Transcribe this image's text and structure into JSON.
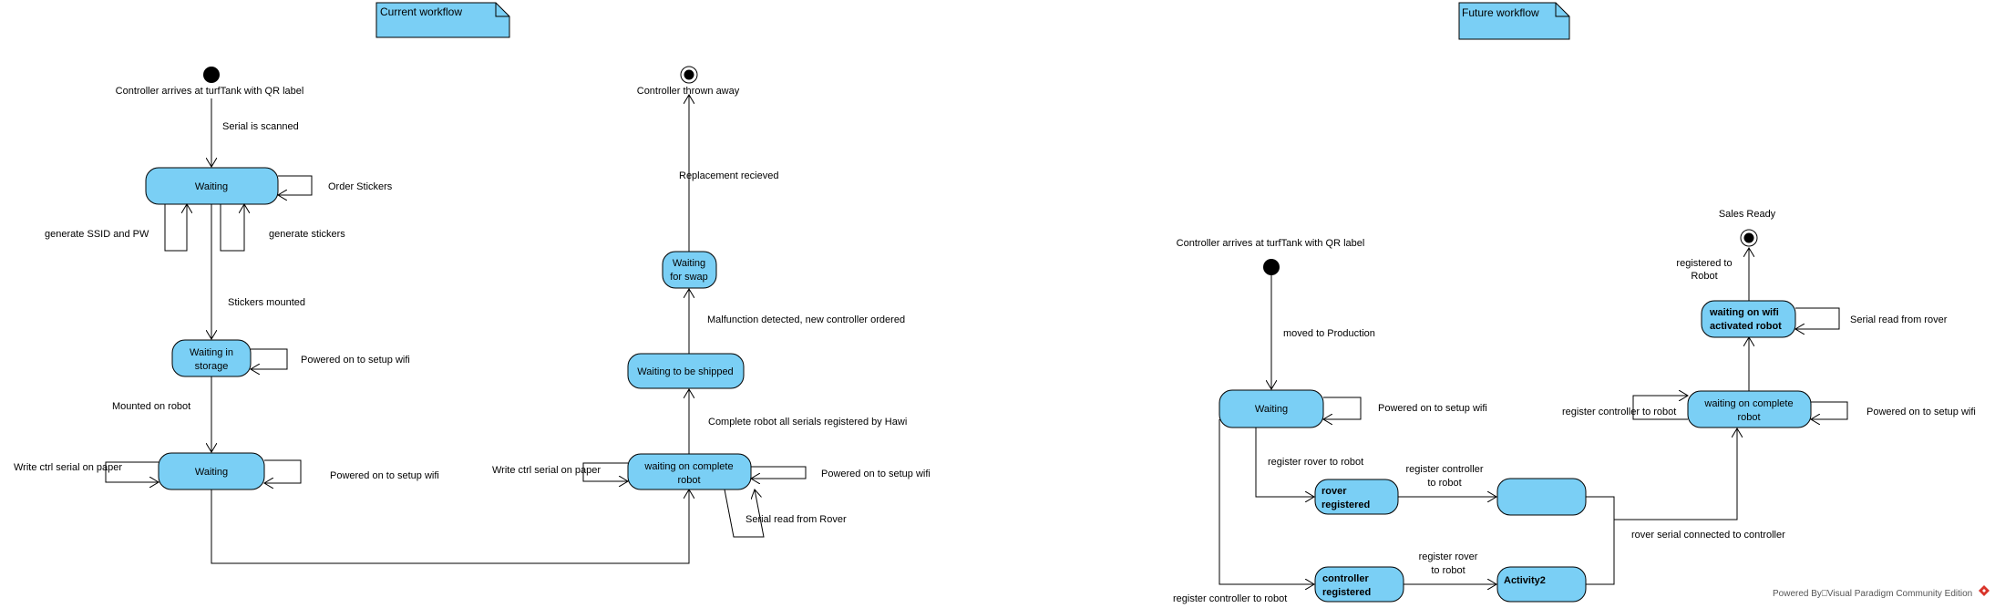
{
  "notes": {
    "current": "Current workflow",
    "future": "Future workflow"
  },
  "current": {
    "initial_label": "Controller arrives at turfTank with QR label",
    "final_label": "Controller thrown away",
    "states": {
      "waiting1": "Waiting",
      "storage_l1": "Waiting in",
      "storage_l2": "storage",
      "waiting2": "Waiting",
      "shipped": "Waiting to be shipped",
      "complete_l1": "waiting on  complete",
      "complete_l2": "robot",
      "swap_l1": "Waiting",
      "swap_l2": "for swap"
    },
    "transitions": {
      "serial_scanned": "Serial is scanned",
      "order_stickers": "Order Stickers",
      "generate_ssid": "generate SSID and PW",
      "generate_stickers": "generate stickers",
      "stickers_mounted": "Stickers mounted",
      "powered_storage": "Powered on to setup wifi",
      "mounted_on_robot": "Mounted on robot",
      "write_serial_1": "Write ctrl serial on paper",
      "powered_waiting2": "Powered on to setup wifi",
      "write_serial_2": "Write ctrl serial on paper",
      "powered_complete": "Powered on to setup wifi",
      "serial_read_rover": "Serial read from Rover",
      "complete_registered": "Complete robot all serials registered by Hawi",
      "malfunction": "Malfunction detected, new controller ordered",
      "replacement": "Replacement recieved"
    }
  },
  "future": {
    "initial_label": "Controller arrives at turfTank with QR label",
    "final_label": "Sales Ready",
    "states": {
      "waiting": "Waiting",
      "rover_l1": "rover",
      "rover_l2": "registered",
      "blank": "",
      "ctrl_l1": "controller",
      "ctrl_l2": "registered",
      "activity2": "Activity2",
      "complete_l1": "waiting on  complete",
      "complete_l2": "robot",
      "wifi_l1": "waiting on wifi",
      "wifi_l2": "activated robot"
    },
    "transitions": {
      "moved_production": "moved to Production",
      "powered_waiting": "Powered on to setup wifi",
      "register_rover": "register rover to robot",
      "register_ctrl_l1": "register controller",
      "register_ctrl_l2": "to robot",
      "register_ctrl_bottom": "register controller to robot",
      "register_rover2_l1": "register rover",
      "register_rover2_l2": "to robot",
      "rover_serial": "rover serial connected to controller",
      "register_ctrl_self": "register controller to robot",
      "powered_complete": "Powered on to setup wifi",
      "serial_read_rover": "Serial read from rover",
      "registered_l1": "registered to",
      "registered_l2": "Robot"
    }
  },
  "footer": "Powered By⎕Visual Paradigm Community Edition",
  "colors": {
    "state_fill": "#7ACFF5",
    "note_fill": "#7ACFF5",
    "stroke": "#000000"
  }
}
